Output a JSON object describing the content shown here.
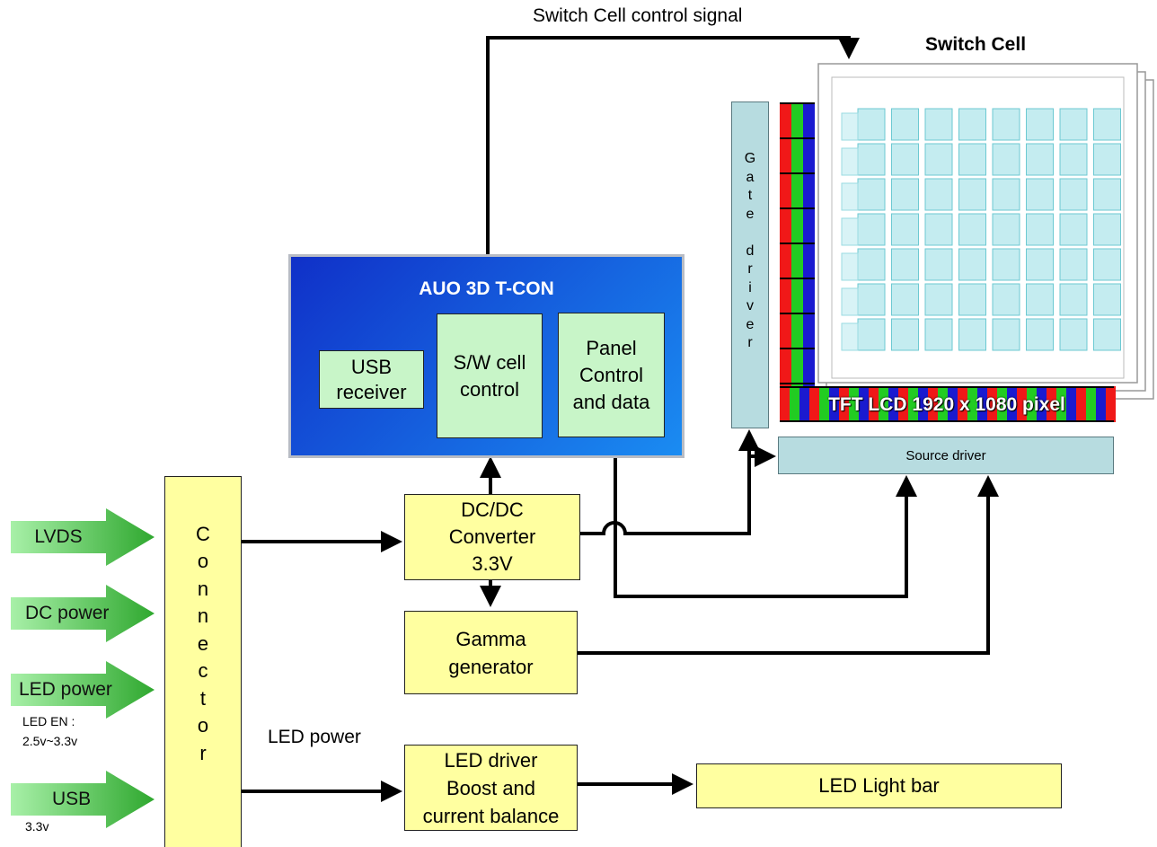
{
  "top_signal_label": "Switch Cell control signal",
  "switch_cell_label": "Switch Cell",
  "tft_label": "TFT LCD 1920 x 1080 pixel",
  "gate_driver_label": "Gate driver",
  "source_driver_label": "Source driver",
  "tcon": {
    "title": "AUO 3D  T-CON",
    "usb_receiver": "USB\nreceiver",
    "sw_cell_control": "S/W cell\ncontrol",
    "panel_control": "Panel\nControl\nand data"
  },
  "dcdc_label": "DC/DC\nConverter\n3.3V",
  "gamma_label": "Gamma\ngenerator",
  "led_driver_label": "LED driver\nBoost and\ncurrent balance",
  "led_light_bar_label": "LED Light bar",
  "led_power_wire_label": "LED power",
  "connector_label": "Connector",
  "inputs": [
    {
      "label": "LVDS",
      "note": ""
    },
    {
      "label": "DC power",
      "note": ""
    },
    {
      "label": "LED power",
      "note": "LED EN :\n2.5v~3.3v"
    },
    {
      "label": "USB",
      "note": "3.3v"
    }
  ],
  "colors": {
    "box_yellow": "#ffffa0",
    "box_green": "#c8f5c8",
    "driver_teal": "#b7dce0",
    "tcon_blue": "#1a8cf2",
    "cell_cyan": "#bfeaf0",
    "arrow_green": "#3cb83c"
  }
}
